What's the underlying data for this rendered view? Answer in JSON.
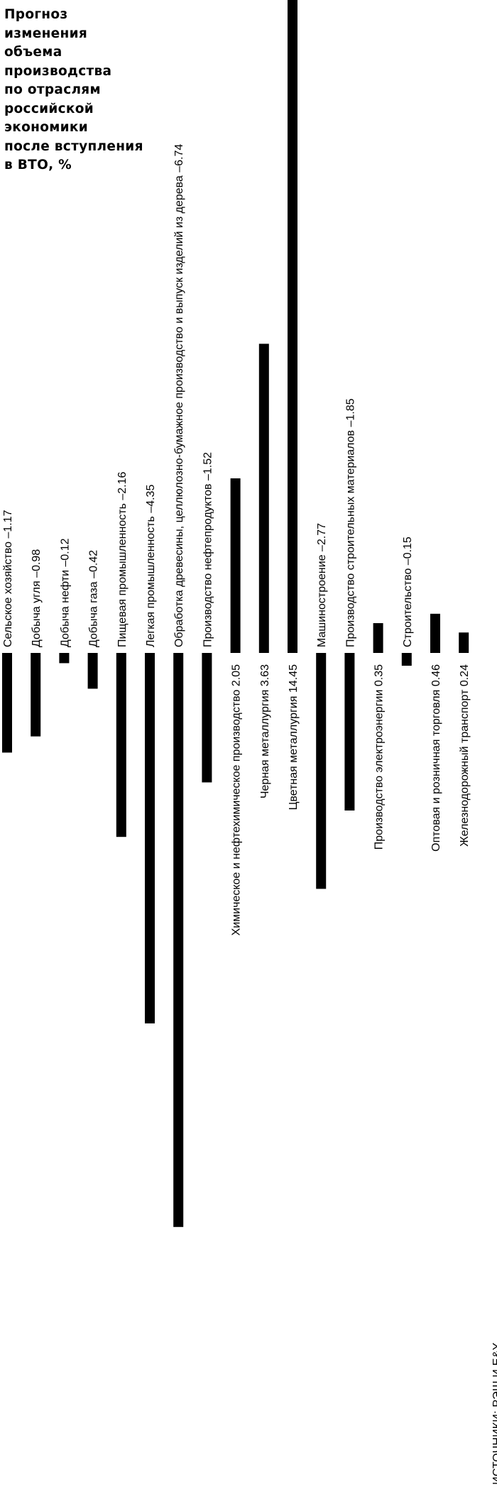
{
  "chart_data": {
    "type": "bar",
    "orientation": "vertical, diverging around zero",
    "title_lines": [
      "Прогноз",
      "изменения",
      "объема",
      "производства",
      "по отраслям",
      "российской",
      "экономики",
      "после вступления",
      "в ВТО, %"
    ],
    "bar_color": "#000000",
    "background": "#ffffff",
    "grid": false,
    "legend": false,
    "series": [
      {
        "label": "Сельское хозяйство –1.17",
        "value": -1.17
      },
      {
        "label": "Добыча угля –0.98",
        "value": -0.98
      },
      {
        "label": "Добыча нефти –0.12",
        "value": -0.12
      },
      {
        "label": "Добыча газа –0.42",
        "value": -0.42
      },
      {
        "label": "Пищевая промышленность –2.16",
        "value": -2.16
      },
      {
        "label": "Легкая промышленность –4.35",
        "value": -4.35
      },
      {
        "label": "Обработка древесины, целлюлозно-бумажное производство и выпуск изделий из дерева –6.74",
        "value": -6.74,
        "truncated": true
      },
      {
        "label": "Производство нефтепродуктов –1.52",
        "value": -1.52
      },
      {
        "label": "Химическое и нефтехимическое производство 2.05",
        "value": 2.05
      },
      {
        "label": "Черная металлургия 3.63",
        "value": 3.63
      },
      {
        "label": "Цветная металлургия 14.45",
        "value": 14.45,
        "truncated": true
      },
      {
        "label": "Машиностроение –2.77",
        "value": -2.77
      },
      {
        "label": "Производство строительных материалов –1.85",
        "value": -1.85
      },
      {
        "label": "Производство электроэнергии 0.35",
        "value": 0.35
      },
      {
        "label": "Строительство –0.15",
        "value": -0.15
      },
      {
        "label": "Оптовая и розничная торговля 0.46",
        "value": 0.46
      },
      {
        "label": "Железнодорожный транспорт 0.24",
        "value": 0.24
      }
    ],
    "source": "ИСТОЧНИКИ: РЭШ И E&Y"
  }
}
